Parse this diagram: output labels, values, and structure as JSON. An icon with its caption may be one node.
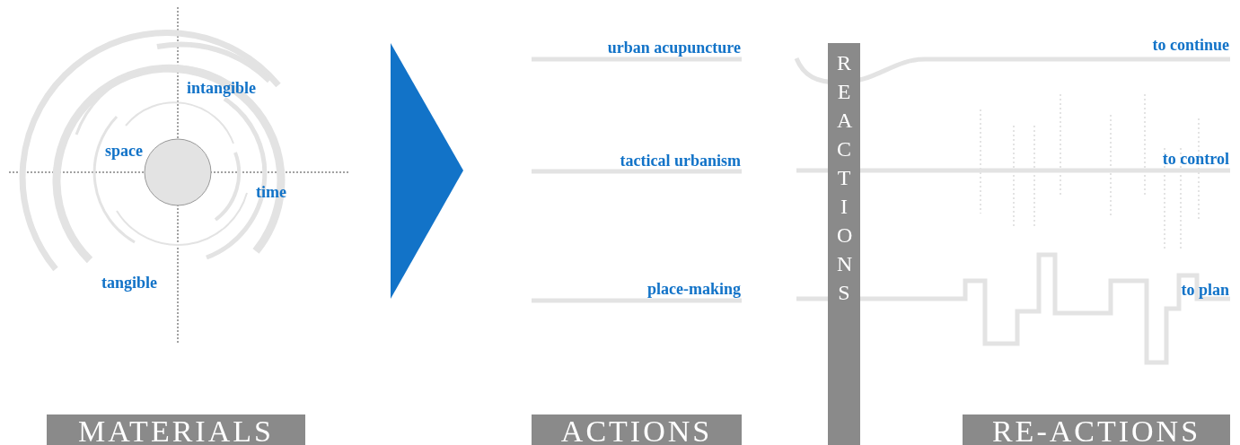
{
  "diagram": {
    "nodes": [
      {
        "text": [
          "MATERIALS"
        ]
      },
      {
        "text": [
          "ACTIONS"
        ]
      },
      {
        "text": [
          "REACTIONS"
        ]
      },
      {
        "text": [
          "RE-ACTIONS"
        ]
      }
    ],
    "labels": [
      "intangible",
      "space",
      "time",
      "tangible",
      "urban acupuncture",
      "tactical urbanism",
      "place-making",
      "to continue",
      "to control",
      "to plan"
    ]
  }
}
